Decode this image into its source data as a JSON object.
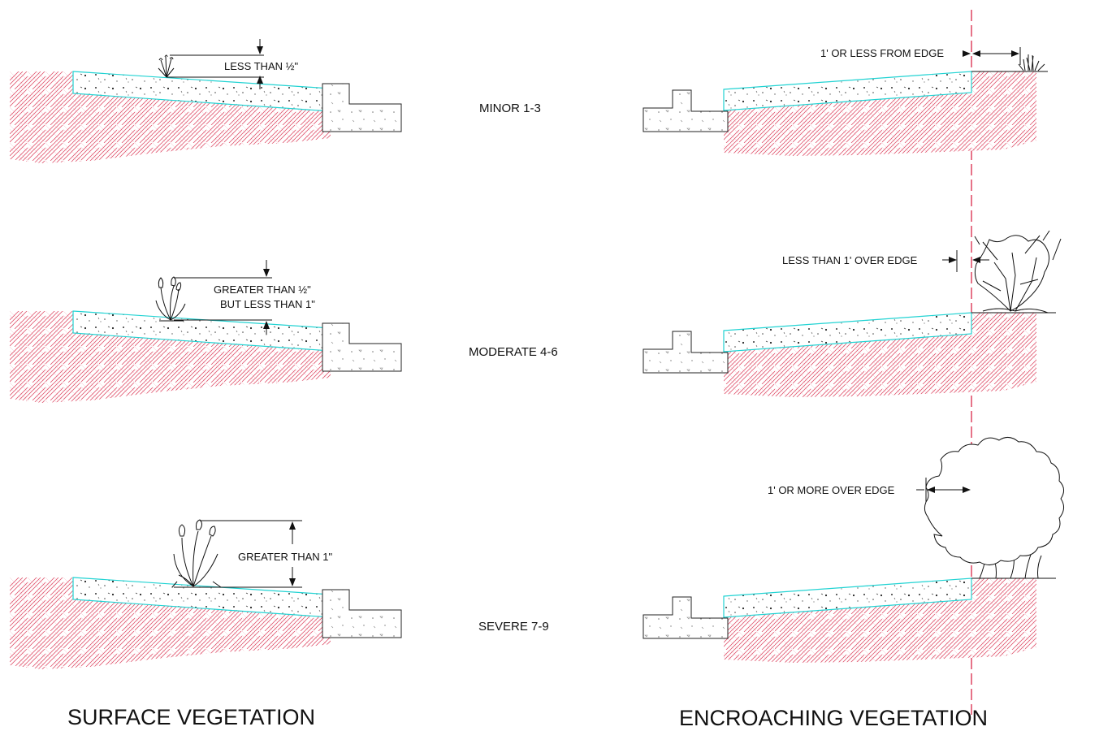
{
  "colors": {
    "soil_hatch": "#e0506a",
    "edge_line": "#e0506a",
    "slab_outline": "#22d3d3",
    "line": "#111111"
  },
  "surface_column": {
    "title": "SURFACE VEGETATION",
    "rows": [
      {
        "dimension_label": "LESS THAN ½\""
      },
      {
        "dimension_label_line1": "GREATER THAN ½\"",
        "dimension_label_line2": "BUT LESS THAN 1\""
      },
      {
        "dimension_label": "GREATER THAN 1\""
      }
    ]
  },
  "severity_labels": [
    "MINOR 1-3",
    "MODERATE 4-6",
    "SEVERE 7-9"
  ],
  "encroaching_column": {
    "title": "ENCROACHING VEGETATION",
    "rows": [
      {
        "dimension_label": "1' OR LESS FROM EDGE"
      },
      {
        "dimension_label": "LESS THAN 1' OVER EDGE"
      },
      {
        "dimension_label": "1' OR MORE OVER EDGE"
      }
    ]
  }
}
